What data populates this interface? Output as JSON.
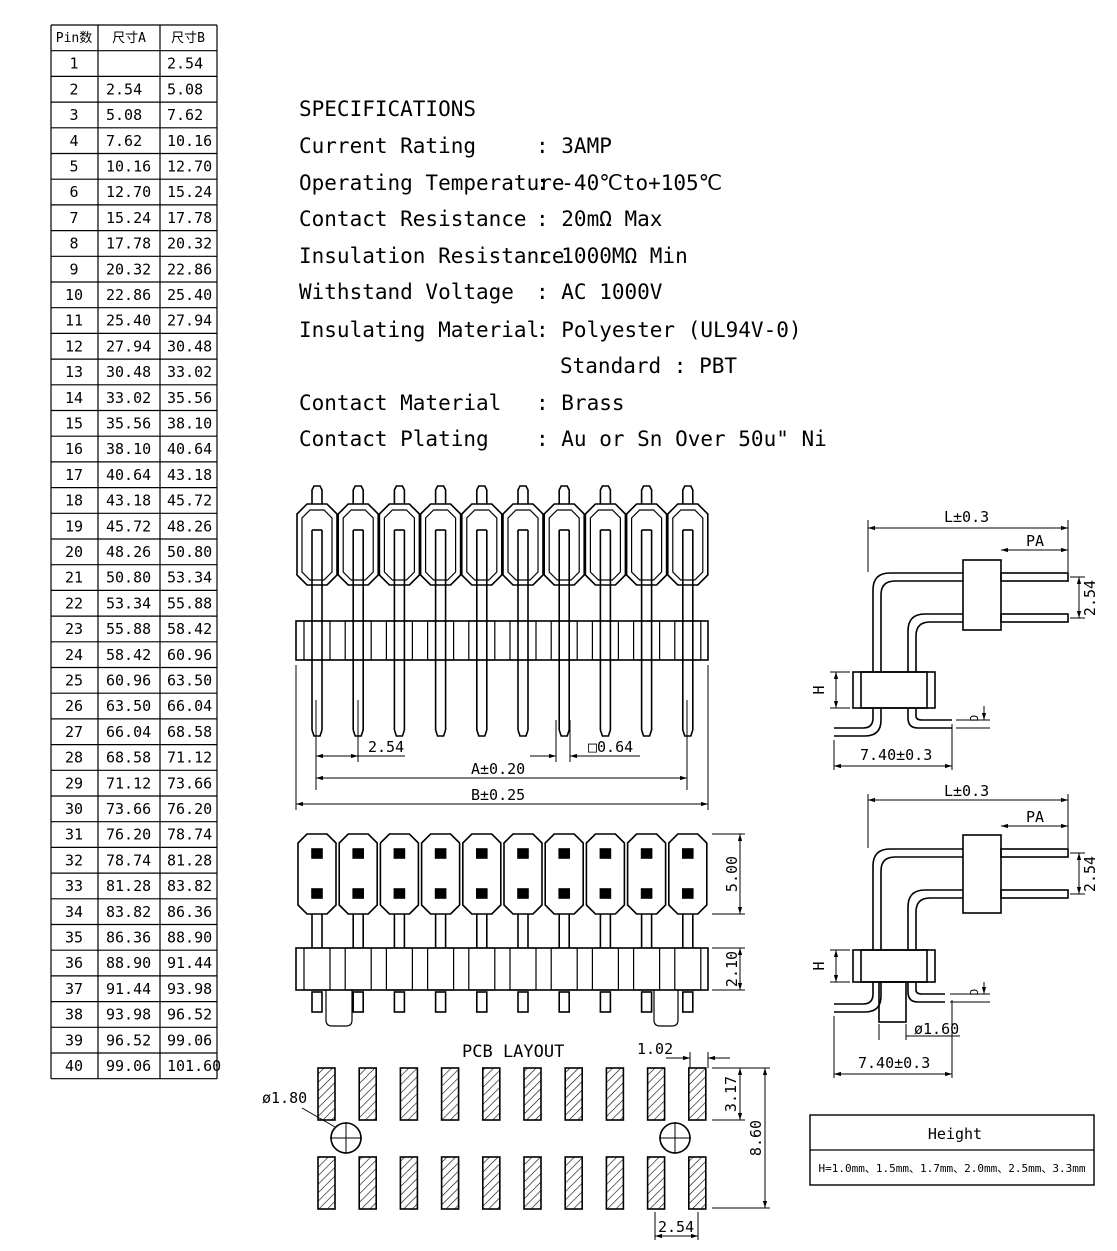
{
  "pin_table": {
    "headers": [
      "Pin数",
      "尺寸A",
      "尺寸B"
    ],
    "rows": [
      [
        "1",
        "",
        "2.54"
      ],
      [
        "2",
        "2.54",
        "5.08"
      ],
      [
        "3",
        "5.08",
        "7.62"
      ],
      [
        "4",
        "7.62",
        "10.16"
      ],
      [
        "5",
        "10.16",
        "12.70"
      ],
      [
        "6",
        "12.70",
        "15.24"
      ],
      [
        "7",
        "15.24",
        "17.78"
      ],
      [
        "8",
        "17.78",
        "20.32"
      ],
      [
        "9",
        "20.32",
        "22.86"
      ],
      [
        "10",
        "22.86",
        "25.40"
      ],
      [
        "11",
        "25.40",
        "27.94"
      ],
      [
        "12",
        "27.94",
        "30.48"
      ],
      [
        "13",
        "30.48",
        "33.02"
      ],
      [
        "14",
        "33.02",
        "35.56"
      ],
      [
        "15",
        "35.56",
        "38.10"
      ],
      [
        "16",
        "38.10",
        "40.64"
      ],
      [
        "17",
        "40.64",
        "43.18"
      ],
      [
        "18",
        "43.18",
        "45.72"
      ],
      [
        "19",
        "45.72",
        "48.26"
      ],
      [
        "20",
        "48.26",
        "50.80"
      ],
      [
        "21",
        "50.80",
        "53.34"
      ],
      [
        "22",
        "53.34",
        "55.88"
      ],
      [
        "23",
        "55.88",
        "58.42"
      ],
      [
        "24",
        "58.42",
        "60.96"
      ],
      [
        "25",
        "60.96",
        "63.50"
      ],
      [
        "26",
        "63.50",
        "66.04"
      ],
      [
        "27",
        "66.04",
        "68.58"
      ],
      [
        "28",
        "68.58",
        "71.12"
      ],
      [
        "29",
        "71.12",
        "73.66"
      ],
      [
        "30",
        "73.66",
        "76.20"
      ],
      [
        "31",
        "76.20",
        "78.74"
      ],
      [
        "32",
        "78.74",
        "81.28"
      ],
      [
        "33",
        "81.28",
        "83.82"
      ],
      [
        "34",
        "83.82",
        "86.36"
      ],
      [
        "35",
        "86.36",
        "88.90"
      ],
      [
        "36",
        "88.90",
        "91.44"
      ],
      [
        "37",
        "91.44",
        "93.98"
      ],
      [
        "38",
        "93.98",
        "96.52"
      ],
      [
        "39",
        "96.52",
        "99.06"
      ],
      [
        "40",
        "99.06",
        "101.60"
      ]
    ]
  },
  "specifications": {
    "title": "SPECIFICATIONS",
    "items": [
      {
        "label": "Current Rating",
        "value": ": 3AMP"
      },
      {
        "label": "Operating Temperature",
        "value": ": -40℃to+105℃"
      },
      {
        "label": "Contact Resistance",
        "value": ": 20mΩ Max"
      },
      {
        "label": "Insulation Resistance",
        "value": ": 1000MΩ Min"
      },
      {
        "label": "Withstand Voltage",
        "value": ": AC 1000V"
      },
      {
        "label": "Insulating Material",
        "value": ": Polyester (UL94V-0)"
      },
      {
        "label": "",
        "value": "Standard : PBT"
      },
      {
        "label": "Contact Material",
        "value": ": Brass"
      },
      {
        "label": "Contact Plating",
        "value": ": Au or Sn Over 50u\" Ni"
      }
    ]
  },
  "front_view": {
    "pin_count": 10,
    "dim_pitch": "2.54",
    "dim_pin": "□0.64",
    "dim_a": "A±0.20",
    "dim_b": "B±0.25"
  },
  "top_view": {
    "dim_width": "5.00",
    "dim_body": "2.10"
  },
  "pcb_layout": {
    "title": "PCB LAYOUT",
    "dim_pad": "1.02",
    "dim_hole": "ø1.80",
    "dim_row": "3.17",
    "dim_total": "8.60",
    "dim_pitch": "2.54"
  },
  "side_view_1": {
    "dim_l": "L±0.3",
    "dim_pa": "PA",
    "dim_pitch": "2.54",
    "dim_h": "H",
    "dim_d": "D",
    "dim_base": "7.40±0.3"
  },
  "side_view_2": {
    "dim_l": "L±0.3",
    "dim_pa": "PA",
    "dim_pitch": "2.54",
    "dim_h": "H",
    "dim_d": "D",
    "dim_post": "ø1.60",
    "dim_base": "7.40±0.3"
  },
  "height_box": {
    "title": "Height",
    "values": "H=1.0mm、1.5mm、1.7mm、2.0mm、2.5mm、3.3mm"
  }
}
